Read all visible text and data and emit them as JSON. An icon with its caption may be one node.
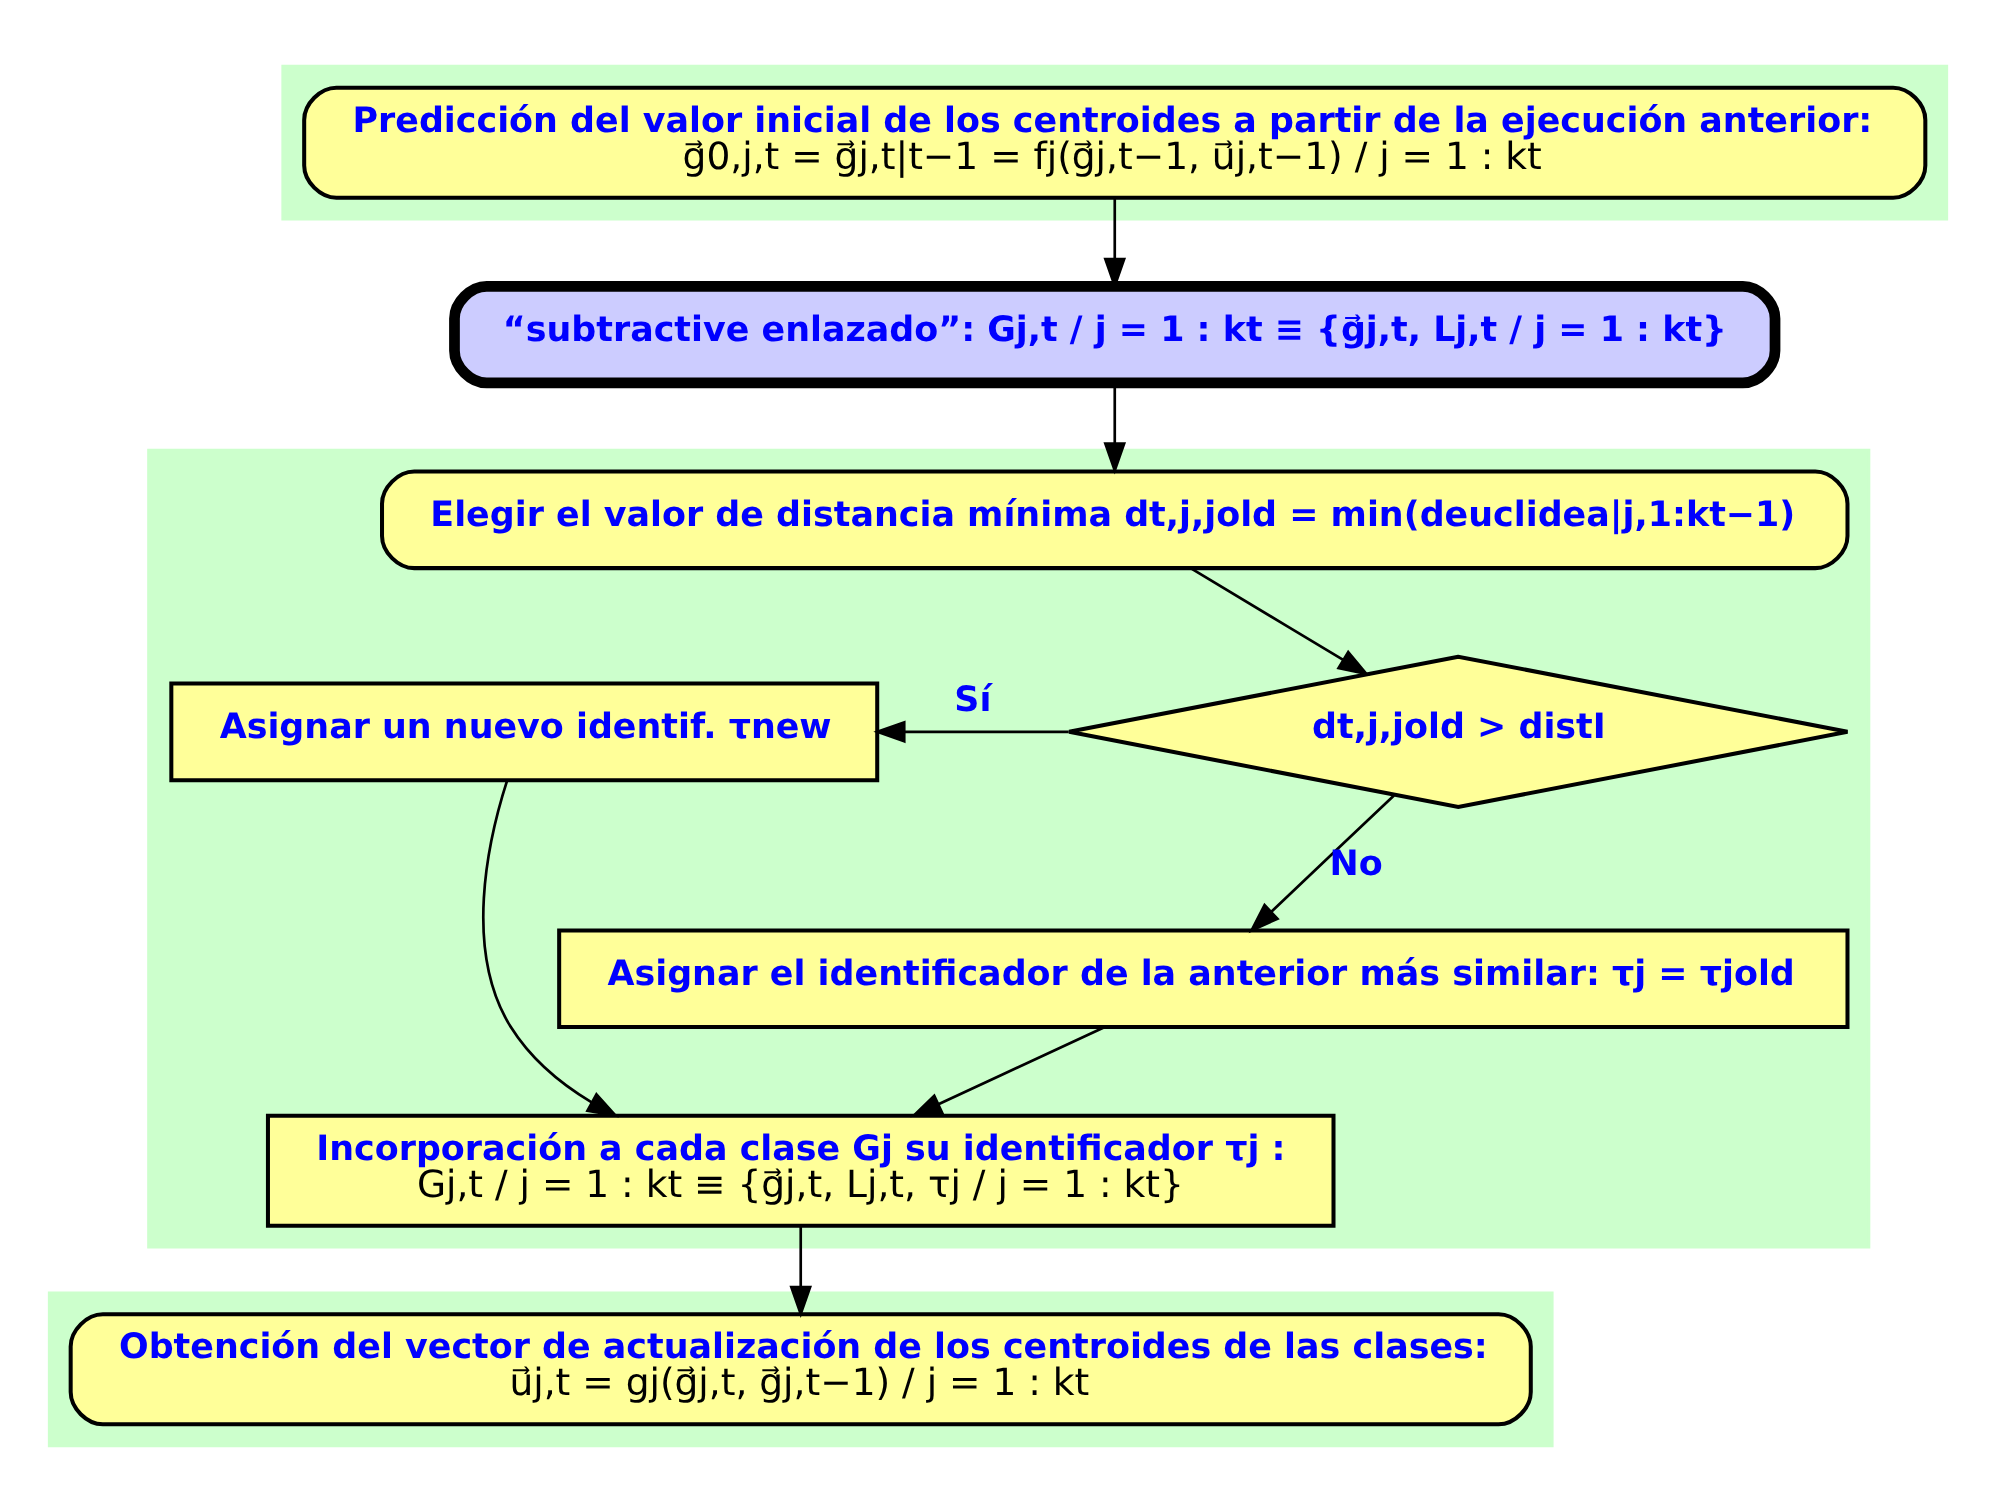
{
  "diagram": {
    "nodes": [
      {
        "text": [],
        "shape": "box"
      },
      {
        "text": [
          "Predicción del valor inicial de los centroides a partir de la ejecución anterior:",
          "g⃗0,j,t = g⃗j,t|t−1 = fj(g⃗j,t−1, u⃗j,t−1) / j = 1 : kt"
        ],
        "in": 0
      },
      {
        "text": [
          "“subtractive enlazado”: Gj,t / j = 1 : kt ≡ {g⃗j,t, Lj,t / j = 1 : kt}"
        ]
      },
      {
        "text": [],
        "shape": "box"
      },
      {
        "text": [
          "Elegir el valor de distancia mínima dt,j,jold = min(deuclidea|j,1:kt−1)"
        ],
        "in": 3
      },
      {
        "text": [
          "dt,j,jold > distI"
        ],
        "in": 3
      },
      {
        "text": [
          "Asignar un nuevo identif. τnew"
        ],
        "in": 3
      },
      {
        "text": [
          "Asignar el identificador de la anterior más similar: τj = τjold"
        ],
        "in": 3
      },
      {
        "text": [
          "Incorporación a cada clase Gj su identificador τj :",
          "Gj,t / j = 1 : kt ≡ {g⃗j,t, Lj,t, τj / j = 1 : kt}"
        ],
        "in": 3
      },
      {
        "text": [],
        "shape": "box"
      },
      {
        "text": [
          "Obtención del vector de actualización de los centroides de las clases:",
          "u⃗j,t = gj(g⃗j,t, g⃗j,t−1) / j = 1 : kt"
        ],
        "in": 9
      }
    ],
    "edges": [
      {
        "from": 1,
        "to": 2,
        "arrow": "to"
      },
      {
        "from": 2,
        "to": 4,
        "arrow": "to"
      },
      {
        "from": 4,
        "to": 5,
        "arrow": "to"
      },
      {
        "from": 5,
        "to": 6,
        "arrow": "to",
        "label": "Sí"
      },
      {
        "from": 5,
        "to": 7,
        "arrow": "to",
        "label": "No"
      },
      {
        "from": 7,
        "to": 8,
        "arrow": "to"
      },
      {
        "from": 6,
        "to": 8,
        "arrow": "to"
      },
      {
        "from": 8,
        "to": 10,
        "arrow": "to"
      }
    ]
  }
}
